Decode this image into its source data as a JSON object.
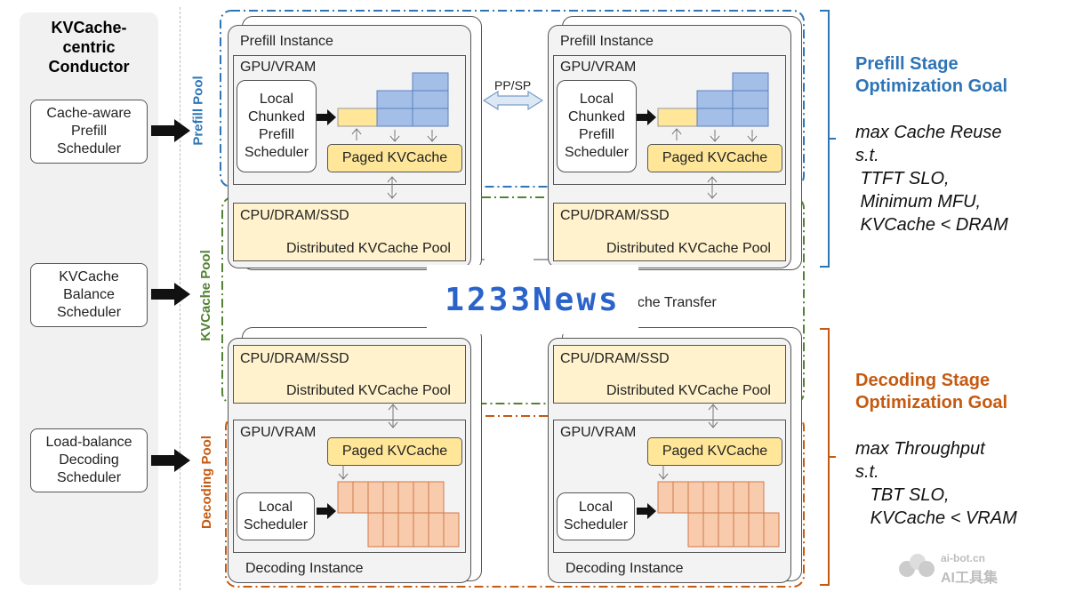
{
  "conductor": {
    "title": "KVCache-\ncentric\nConductor",
    "schedulers": [
      "Cache-aware\nPrefill\nScheduler",
      "KVCache\nBalance\nScheduler",
      "Load-balance\nDecoding\nScheduler"
    ]
  },
  "pools": {
    "prefill": "Prefill Pool",
    "kvcache": "KVCache Pool",
    "decoding": "Decoding Pool"
  },
  "prefill_instance": {
    "title": "Prefill Instance",
    "gpu": "GPU/VRAM",
    "local": "Local\nChunked\nPrefill\nScheduler",
    "paged": "Paged KVCache",
    "cpu": "CPU/DRAM/SSD",
    "dist": "Distributed KVCache Pool"
  },
  "decoding_instance": {
    "title": "Decoding Instance",
    "gpu": "GPU/VRAM",
    "local": "Local\nScheduler",
    "paged": "Paged KVCache",
    "cpu": "CPU/DRAM/SSD",
    "dist": "Distributed KVCache Pool"
  },
  "ppsp": "PP/SP",
  "transfer": "ache Transfer",
  "watermark": "1233News",
  "logo": {
    "line1": "ai-bot.cn",
    "line2": "AI工具集"
  },
  "prefill_goal": {
    "title": "Prefill Stage\nOptimization Goal",
    "body": "max Cache Reuse\ns.t.\n TTFT SLO,\n Minimum MFU,\n KVCache < DRAM"
  },
  "decoding_goal": {
    "title": "Decoding Stage\nOptimization Goal",
    "body": "max Throughput\ns.t.\n   TBT SLO,\n   KVCache < VRAM"
  },
  "colors": {
    "prefill": "#2e75b6",
    "kvcache": "#548235",
    "decoding": "#c55a11",
    "cell_blue": "#a4bfe7",
    "cell_orange": "#f8cbad",
    "yellow": "#ffe699"
  }
}
